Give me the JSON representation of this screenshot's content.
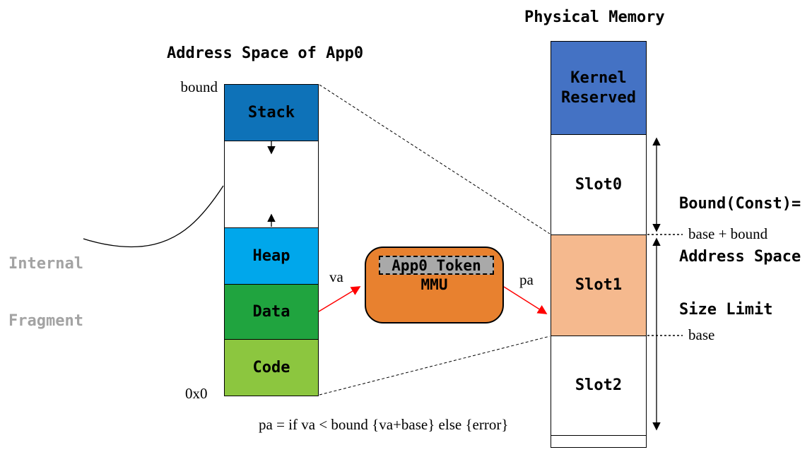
{
  "left_panel": {
    "title": "Address Space of App0",
    "top_label": "bound",
    "bottom_label": "0x0",
    "segments": {
      "stack": {
        "label": "Stack",
        "color": "#0E72B8"
      },
      "heap": {
        "label": "Heap",
        "color": "#00A7EB"
      },
      "data": {
        "label": "Data",
        "color": "#20A43F"
      },
      "code": {
        "label": "Code",
        "color": "#8CC63F"
      }
    }
  },
  "mmu": {
    "token_label": "App0 Token",
    "label": "MMU",
    "box_color": "#E8812F",
    "token_color": "#A9A9A9"
  },
  "flow": {
    "va_label": "va",
    "pa_label": "pa",
    "arrow_color": "#FF0000"
  },
  "right_panel": {
    "title": "Physical Memory",
    "slots": {
      "kernel": {
        "label": "Kernel Reserved",
        "color": "#4472C4"
      },
      "slot0": {
        "label": "Slot0",
        "color": "#FFFFFF"
      },
      "slot1": {
        "label": "Slot1",
        "color": "#F5B98E"
      },
      "slot2": {
        "label": "Slot2",
        "color": "#FFFFFF"
      }
    },
    "bound_note": {
      "line1": "Bound(Const)=",
      "line2": "Address Space",
      "line3": "Size Limit"
    },
    "base_plus_bound_label": "base + bound",
    "base_label": "base"
  },
  "internal_fragment": {
    "line1": "Internal",
    "line2": "Fragment",
    "color": "#A3A3A3"
  },
  "formula": "pa = if va < bound {va+base} else {error}"
}
